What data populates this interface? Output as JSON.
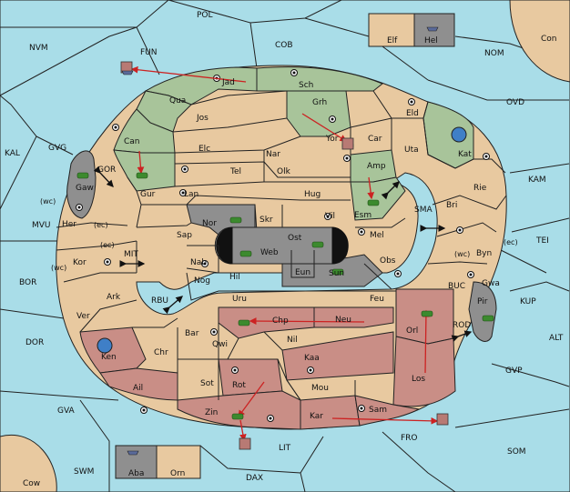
{
  "colors": {
    "sea": "#a9dde8",
    "land": "#e8c9a0",
    "green": "#a8c49a",
    "red": "#c98e86",
    "grey": "#8f8f8f",
    "arrow": "#cc2222",
    "unit": "#3c8a2e"
  },
  "sea_labels": {
    "POL": "POL",
    "NVM": "NVM",
    "FUN": "FUN",
    "COB": "COB",
    "NOM": "NOM",
    "OVD": "OVD",
    "KAL": "KAL",
    "GVG": "GVG",
    "KAM": "KAM",
    "TEI": "TEI",
    "MVU": "MVU",
    "BOR": "BOR",
    "DOR": "DOR",
    "GVA": "GVA",
    "SWM": "SWM",
    "DAX": "DAX",
    "LIT": "LIT",
    "FRO": "FRO",
    "SOM": "SOM",
    "GVP": "GVP",
    "ALT": "ALT",
    "KUP": "KUP",
    "SMA": "SMA",
    "MIT": "MIT",
    "RBU": "RBU",
    "BUC": "BUC",
    "ROD": "ROD",
    "GOR": "GOR"
  },
  "land_labels": {
    "Jad": "Jad",
    "Sch": "Sch",
    "Qua": "Qua",
    "Jos": "Jos",
    "Grh": "Grh",
    "Eld": "Eld",
    "Can": "Can",
    "Yor": "Yor",
    "Car": "Car",
    "Uta": "Uta",
    "Kat": "Kat",
    "Elc": "Elc",
    "Nar": "Nar",
    "Amp": "Amp",
    "Gur": "Gur",
    "Tel": "Tel",
    "Olk": "Olk",
    "Lan": "Lan",
    "Hug": "Hug",
    "Rie": "Rie",
    "Esm": "Esm",
    "Bri": "Bri",
    "Gaw": "Gaw",
    "Her": "Her",
    "Nor": "Nor",
    "Skr": "Skr",
    "Ost": "Ost",
    "Vil": "Vil",
    "Mel": "Mel",
    "Sap": "Sap",
    "Web": "Web",
    "Byn": "Byn",
    "Kor": "Kor",
    "Nab": "Nab",
    "Sun": "Sun",
    "Obs": "Obs",
    "Eun": "Eun",
    "Hil": "Hil",
    "Gwa": "Gwa",
    "Ark": "Ark",
    "Nog": "Nog",
    "Pir": "Pir",
    "Uru": "Uru",
    "Feu": "Feu",
    "Ver": "Ver",
    "Chp": "Chp",
    "Neu": "Neu",
    "Orl": "Orl",
    "Bar": "Bar",
    "Qwi": "Qwi",
    "Nil": "Nil",
    "Ken": "Ken",
    "Chr": "Chr",
    "Kaa": "Kaa",
    "Los": "Los",
    "Rot": "Rot",
    "Ail": "Ail",
    "Sot": "Sot",
    "Mou": "Mou",
    "Zin": "Zin",
    "Kar": "Kar",
    "Sam": "Sam"
  },
  "corner_labels": {
    "Con": "Con",
    "Cow": "Cow"
  },
  "home_boxes": {
    "Elf": "Elf",
    "Hel": "Hel",
    "Aba": "Aba",
    "Orn": "Orn"
  },
  "coast_marks": {
    "wc": "(wc)",
    "ec": "(ec)"
  }
}
